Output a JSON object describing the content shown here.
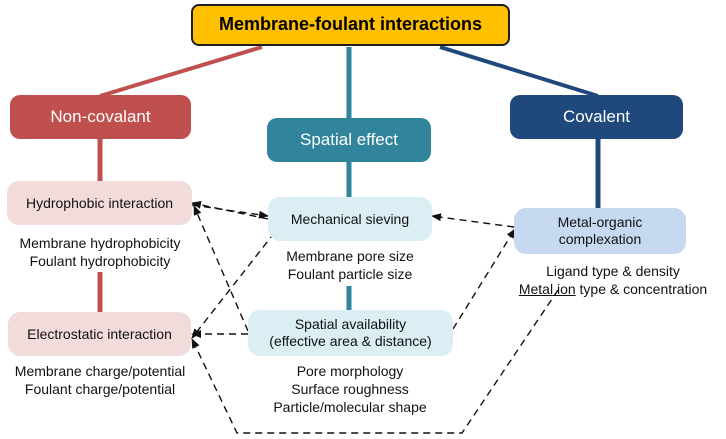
{
  "title": "Membrane-foulant interactions",
  "categories": {
    "noncovalent": "Non-covalant",
    "spatial": "Spatial effect",
    "covalent": "Covalent"
  },
  "boxes": {
    "hydrophobic": "Hydrophobic interaction",
    "electrostatic": "Electrostatic interaction",
    "mechanical": "Mechanical sieving",
    "spatial_availability": [
      "Spatial availability",
      "(effective area & distance)"
    ],
    "metal_organic": [
      "Metal-organic",
      "complexation"
    ]
  },
  "factors": {
    "hydrophobic": [
      "Membrane hydrophobicity",
      "Foulant hydrophobicity"
    ],
    "electrostatic": [
      "Membrane charge/potential",
      "Foulant charge/potential"
    ],
    "mechanical": [
      "Membrane pore size",
      "Foulant particle size"
    ],
    "spatial_availability": [
      "Pore morphology",
      "Surface roughness",
      "Particle/molecular shape"
    ],
    "metal_organic": {
      "line1": "Ligand type & density",
      "line2_underlined": "Metal ion",
      "line2_rest": " type & concentration"
    }
  },
  "colors": {
    "title_fill": "#ffc000",
    "noncovalent": "#c0504d",
    "spatial": "#31849b",
    "covalent": "#1f497d",
    "noncovalent_light": "#f2dcdb",
    "spatial_light": "#daeef3",
    "covalent_light": "#c6d9f1"
  }
}
